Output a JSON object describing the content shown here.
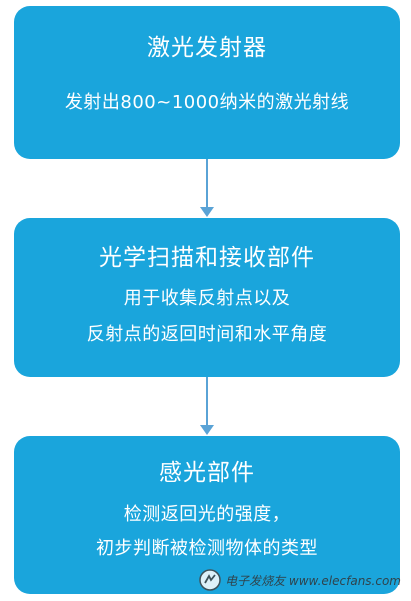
{
  "steps": [
    {
      "title": "激光发射器",
      "lines": [
        "发射出800~1000纳米的激光射线"
      ]
    },
    {
      "title": "光学扫描和接收部件",
      "lines": [
        "用于收集反射点以及",
        "反射点的返回时间和水平角度"
      ]
    },
    {
      "title": "感光部件",
      "lines": [
        "检测返回光的强度，",
        "初步判断被检测物体的类型"
      ]
    }
  ],
  "watermark": {
    "text": "电子发烧友 www.elecfans.com",
    "icon": "elecfans-logo-icon"
  },
  "colors": {
    "box_fill": "#1aa5dc",
    "arrow": "#5aa3d6",
    "text": "#ffffff"
  }
}
